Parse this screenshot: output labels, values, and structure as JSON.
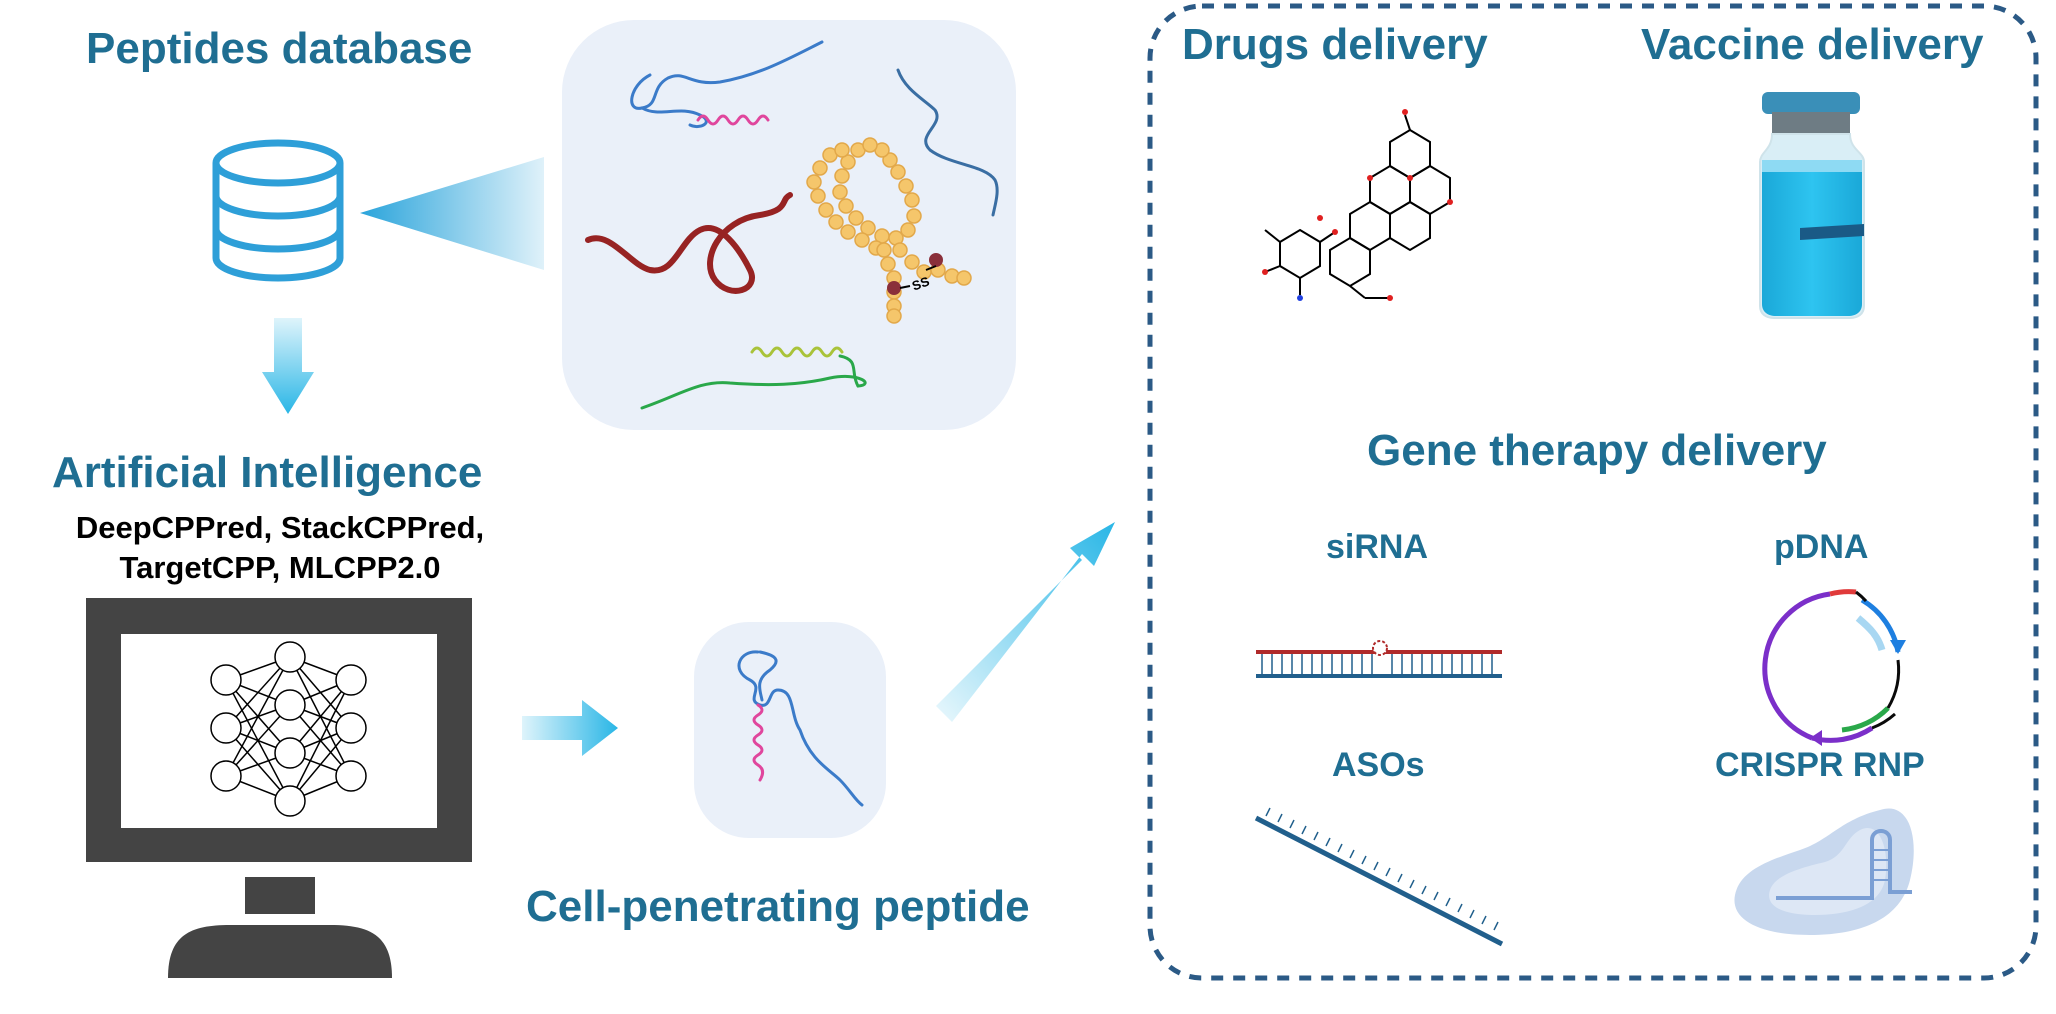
{
  "labels": {
    "peptides_database": "Peptides database",
    "artificial_intelligence": "Artificial Intelligence",
    "ai_tools_line1": "DeepCPPred, StackCPPred,",
    "ai_tools_line2": "TargetCPP, MLCPP2.0",
    "cell_penetrating_peptide": "Cell-penetrating peptide",
    "drugs_delivery": "Drugs delivery",
    "vaccine_delivery": "Vaccine delivery",
    "gene_therapy_delivery": "Gene therapy delivery",
    "sirna": "siRNA",
    "pdna": "pDNA",
    "asos": "ASOs",
    "crispr_rnp": "CRISPR RNP",
    "disulfide": "SS"
  },
  "colors": {
    "heading": "#1f6e92",
    "arrow": "#29b6e6",
    "panel_bg": "#eaf0f9",
    "dashed_border": "#2b5a86",
    "monitor": "#444444"
  },
  "icons": {
    "database": "database-icon",
    "neural_network": "neural-network-icon",
    "vaccine_vial": "vaccine-vial-icon",
    "molecule": "doxorubicin-molecule",
    "plasmid": "plasmid-icon"
  }
}
